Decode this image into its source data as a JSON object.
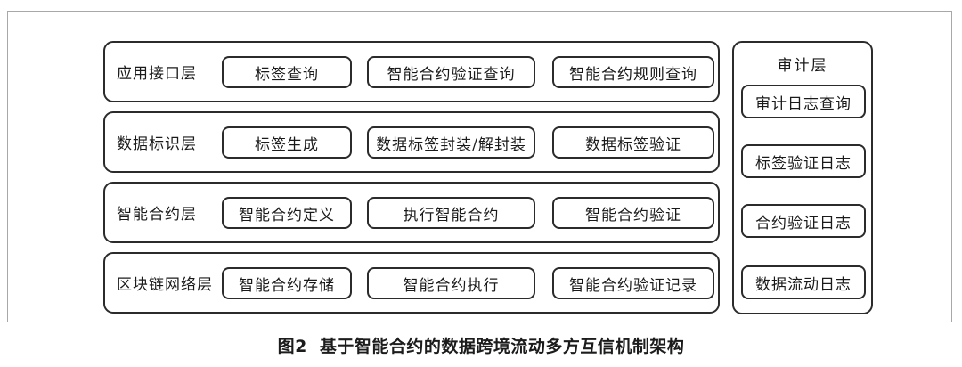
{
  "diagram": {
    "layers": [
      {
        "label": "应用接口层",
        "boxes": [
          "标签查询",
          "智能合约验证查询",
          "智能合约规则查询"
        ]
      },
      {
        "label": "数据标识层",
        "boxes": [
          "标签生成",
          "数据标签封装/解封装",
          "数据标签验证"
        ]
      },
      {
        "label": "智能合约层",
        "boxes": [
          "智能合约定义",
          "执行智能合约",
          "智能合约验证"
        ]
      },
      {
        "label": "区块链网络层",
        "boxes": [
          "智能合约存储",
          "智能合约执行",
          "智能合约验证记录"
        ]
      }
    ],
    "audit": {
      "title": "审计层",
      "boxes": [
        "审计日志查询",
        "标签验证日志",
        "合约验证日志",
        "数据流动日志"
      ]
    },
    "caption": {
      "fig": "图2",
      "text": "基于智能合约的数据跨境流动多方互信机制架构"
    },
    "colors": {
      "box_border": "#2b2b2b",
      "frame_border": "#a8a8a8",
      "text": "#1a1a1a",
      "background": "#ffffff"
    }
  }
}
